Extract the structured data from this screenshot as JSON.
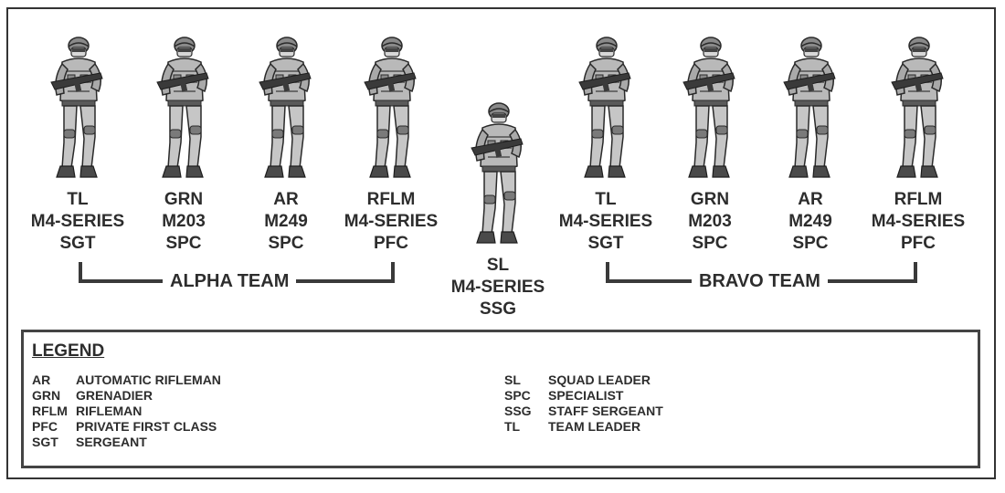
{
  "alpha_team": {
    "label": "ALPHA TEAM",
    "members": [
      {
        "role": "TL",
        "weapon": "M4-SERIES",
        "rank": "SGT"
      },
      {
        "role": "GRN",
        "weapon": "M203",
        "rank": "SPC"
      },
      {
        "role": "AR",
        "weapon": "M249",
        "rank": "SPC"
      },
      {
        "role": "RFLM",
        "weapon": "M4-SERIES",
        "rank": "PFC"
      }
    ]
  },
  "squad_leader": {
    "role": "SL",
    "weapon": "M4-SERIES",
    "rank": "SSG"
  },
  "bravo_team": {
    "label": "BRAVO TEAM",
    "members": [
      {
        "role": "TL",
        "weapon": "M4-SERIES",
        "rank": "SGT"
      },
      {
        "role": "GRN",
        "weapon": "M203",
        "rank": "SPC"
      },
      {
        "role": "AR",
        "weapon": "M249",
        "rank": "SPC"
      },
      {
        "role": "RFLM",
        "weapon": "M4-SERIES",
        "rank": "PFC"
      }
    ]
  },
  "legend": {
    "title": "LEGEND",
    "left": [
      {
        "abbr": "AR",
        "meaning": "AUTOMATIC RIFLEMAN"
      },
      {
        "abbr": "GRN",
        "meaning": "GRENADIER"
      },
      {
        "abbr": "RFLM",
        "meaning": "RIFLEMAN"
      },
      {
        "abbr": "PFC",
        "meaning": "PRIVATE FIRST CLASS"
      },
      {
        "abbr": "SGT",
        "meaning": "SERGEANT"
      }
    ],
    "right": [
      {
        "abbr": "SL",
        "meaning": "SQUAD LEADER"
      },
      {
        "abbr": "SPC",
        "meaning": "SPECIALIST"
      },
      {
        "abbr": "SSG",
        "meaning": "STAFF SERGEANT"
      },
      {
        "abbr": "TL",
        "meaning": "TEAM LEADER"
      }
    ]
  },
  "icons": {
    "soldier": "soldier-icon"
  },
  "colors": {
    "line": "#3a3a3a",
    "text": "#2d2d2d"
  }
}
